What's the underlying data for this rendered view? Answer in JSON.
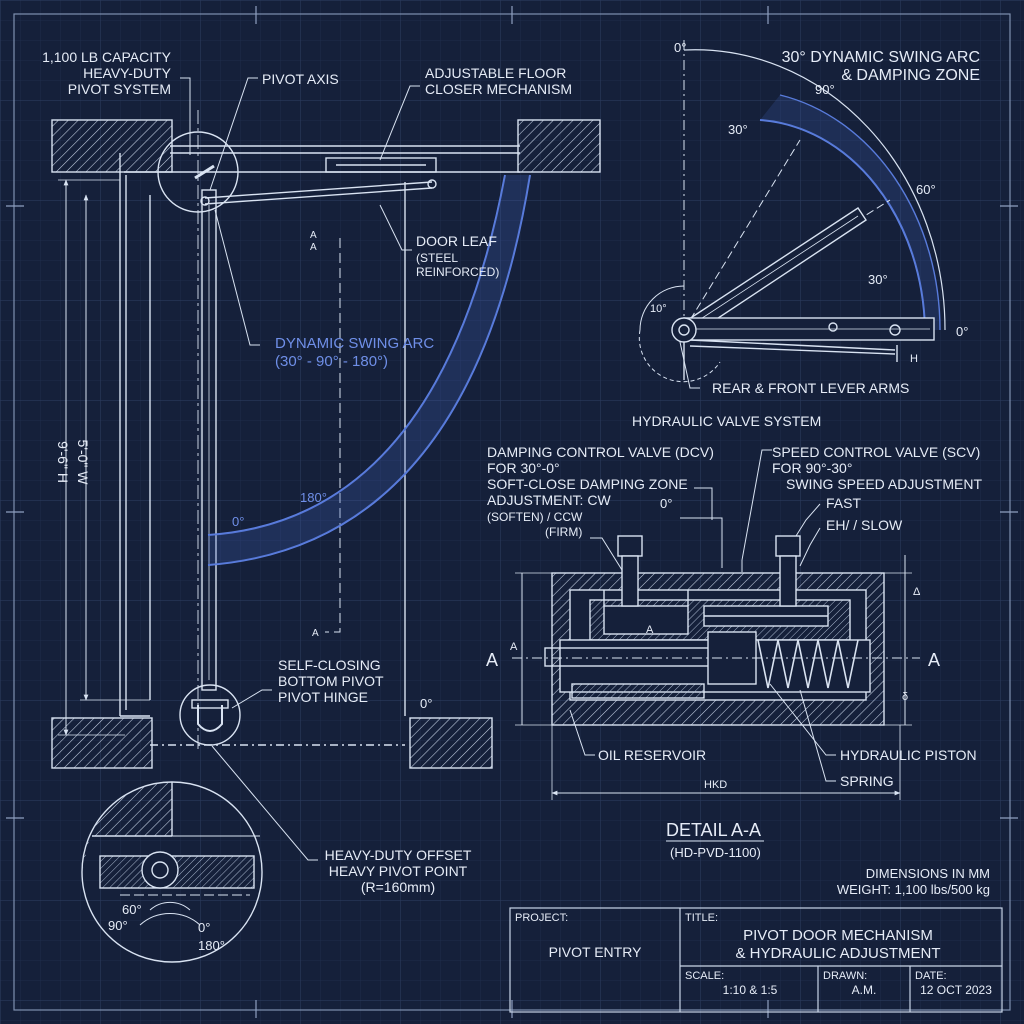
{
  "colors": {
    "background": "#15203a",
    "grid": "#22314f",
    "line": "#d9e3f2",
    "accent_blue": "#6f8fe8"
  },
  "callouts": {
    "capacity": [
      "1,100 LB CAPACITY",
      "HEAVY-DUTY",
      "PIVOT SYSTEM"
    ],
    "pivot_axis": "PIVOT AXIS",
    "floor_closer": [
      "ADJUSTABLE FLOOR",
      "CLOSER MECHANISM"
    ],
    "door_leaf": [
      "DOOR LEAF",
      "(STEEL",
      "REINFORCED)"
    ],
    "swing_arc": [
      "DYNAMIC SWING ARC",
      "(30° - 90° - 180°)"
    ],
    "bottom_hinge": [
      "SELF-CLOSING",
      "BOTTOM PIVOT",
      "PIVOT HINGE"
    ],
    "offset_pivot": [
      "HEAVY-DUTY OFFSET",
      "HEAVY PIVOT POINT",
      "(R=160mm)"
    ]
  },
  "door_elevation": {
    "section_marks": [
      "A",
      "A",
      "A"
    ],
    "height_dim": "9'-6\" H",
    "width_dim": "5'-0\" W",
    "arc_labels": [
      "180°",
      "0°"
    ],
    "floor_angle": "0°"
  },
  "pivot_detail": {
    "angles": [
      "60°",
      "90°",
      "0°",
      "180°"
    ]
  },
  "arm_detail": {
    "title": [
      "30° DYNAMIC SWING ARC",
      "& DAMPING ZONE"
    ],
    "angles": [
      "0°",
      "90°",
      "30°",
      "60°",
      "30°",
      "0°",
      "10°"
    ],
    "lever_arms": "REAR & FRONT LEVER ARMS",
    "dim_mark": "H"
  },
  "valve_detail": {
    "system_title": "HYDRAULIC VALVE SYSTEM",
    "dcv": [
      "DAMPING CONTROL VALVE (DCV)",
      "FOR 30°-0°",
      "SOFT-CLOSE DAMPING ZONE",
      "ADJUSTMENT: CW",
      "(SOFTEN) / CCW",
      "(FIRM)"
    ],
    "dcv_angle": "0°",
    "scv": [
      "SPEED CONTROL VALVE (SCV)",
      "FOR 90°-30°",
      "SWING SPEED ADJUSTMENT",
      "FAST",
      "EH/ / SLOW"
    ],
    "section_left": "A",
    "section_right": "A",
    "section_left_small": "A",
    "chamber_mark": "A",
    "right_dims": [
      "Δ",
      "δ"
    ],
    "oil_reservoir": "OIL RESERVOIR",
    "hydraulic_piston": "HYDRAULIC PISTON",
    "spring": "SPRING",
    "width_dim": "HKD",
    "detail_title": "DETAIL A-A",
    "detail_code": "(HD-PVD-1100)"
  },
  "notes": {
    "units": "DIMENSIONS IN MM",
    "weight": "WEIGHT: 1,100 lbs/500 kg"
  },
  "title_block": {
    "project_label": "PROJECT:",
    "project_value": "PIVOT ENTRY",
    "title_label": "TITLE:",
    "title_lines": [
      "PIVOT DOOR MECHANISM",
      "& HYDRAULIC ADJUSTMENT"
    ],
    "scale_label": "SCALE:",
    "scale_value": "1:10 & 1:5",
    "drawn_label": "DRAWN:",
    "drawn_value": "A.M.",
    "date_label": "DATE:",
    "date_value": "12 OCT 2023"
  }
}
